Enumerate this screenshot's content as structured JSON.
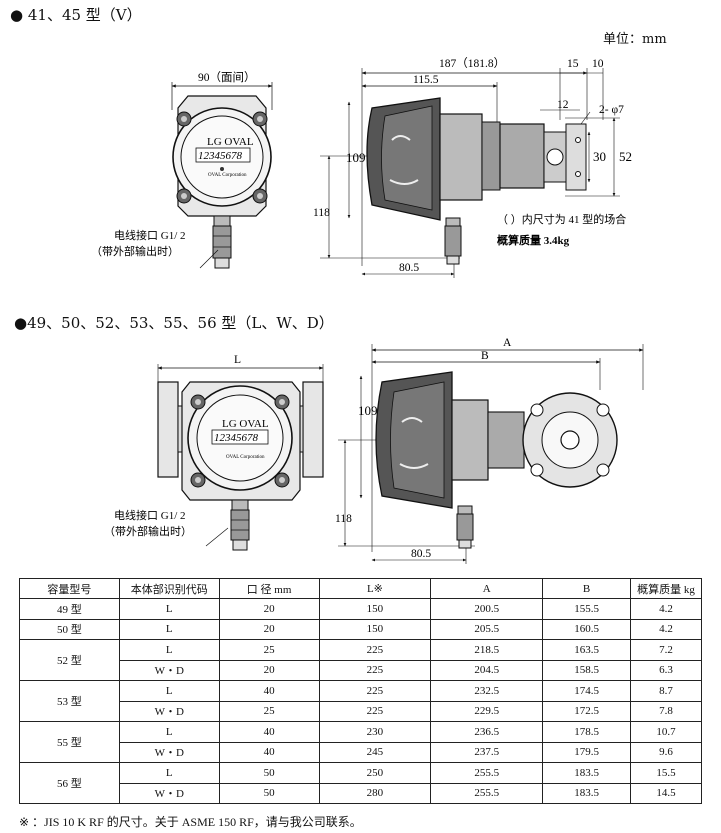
{
  "section1": {
    "title": "●  41、45 型（V）",
    "unit": "单位：mm",
    "dims": {
      "face_width": "90（面间）",
      "overall": "187（181.8）",
      "d115": "115.5",
      "d15": "15",
      "d10": "10",
      "d12": "12",
      "holes": "2- φ7",
      "d30": "30",
      "d52": "52",
      "d109": "109",
      "d118": "118",
      "d80": "80.5"
    },
    "cable_label": "电线接口 G1/ 2",
    "cable_note": "（带外部输出时）",
    "note": "（  ）内尺寸为 41 型的场合",
    "weight": "概算质量 3.4kg",
    "display": {
      "brand": "LG OVAL",
      "digits": "12345678",
      "small": "OVAL Corporation"
    }
  },
  "section2": {
    "title": "●49、50、52、53、55、56 型（L、W、D）",
    "dims": {
      "L": "L",
      "A": "A",
      "B": "B",
      "d109": "109",
      "d118": "118",
      "d80": "80.5"
    },
    "cable_label": "电线接口 G1/ 2",
    "cable_note": "（带外部输出时）",
    "display": {
      "brand": "LG OVAL",
      "digits": "12345678",
      "small": "OVAL Corporation"
    }
  },
  "table": {
    "headers": [
      "容量型号",
      "本体部识别代码",
      "口 径 mm",
      "L※",
      "A",
      "B",
      "概算质量 kg"
    ],
    "groups": [
      {
        "model": "49 型",
        "rows": [
          [
            "L",
            "20",
            "150",
            "200.5",
            "155.5",
            "4.2"
          ]
        ]
      },
      {
        "model": "50 型",
        "rows": [
          [
            "L",
            "20",
            "150",
            "205.5",
            "160.5",
            "4.2"
          ]
        ]
      },
      {
        "model": "52 型",
        "rows": [
          [
            "L",
            "25",
            "225",
            "218.5",
            "163.5",
            "7.2"
          ],
          [
            "W・D",
            "20",
            "225",
            "204.5",
            "158.5",
            "6.3"
          ]
        ]
      },
      {
        "model": "53 型",
        "rows": [
          [
            "L",
            "40",
            "225",
            "232.5",
            "174.5",
            "8.7"
          ],
          [
            "W・D",
            "25",
            "225",
            "229.5",
            "172.5",
            "7.8"
          ]
        ]
      },
      {
        "model": "55 型",
        "rows": [
          [
            "L",
            "40",
            "230",
            "236.5",
            "178.5",
            "10.7"
          ],
          [
            "W・D",
            "40",
            "245",
            "237.5",
            "179.5",
            "9.6"
          ]
        ]
      },
      {
        "model": "56 型",
        "rows": [
          [
            "L",
            "50",
            "250",
            "255.5",
            "183.5",
            "15.5"
          ],
          [
            "W・D",
            "50",
            "280",
            "255.5",
            "183.5",
            "14.5"
          ]
        ]
      }
    ]
  },
  "footnote": "※  ：JIS 10 K RF 的尺寸。关于 ASME 150 RF，请与我公司联系。"
}
